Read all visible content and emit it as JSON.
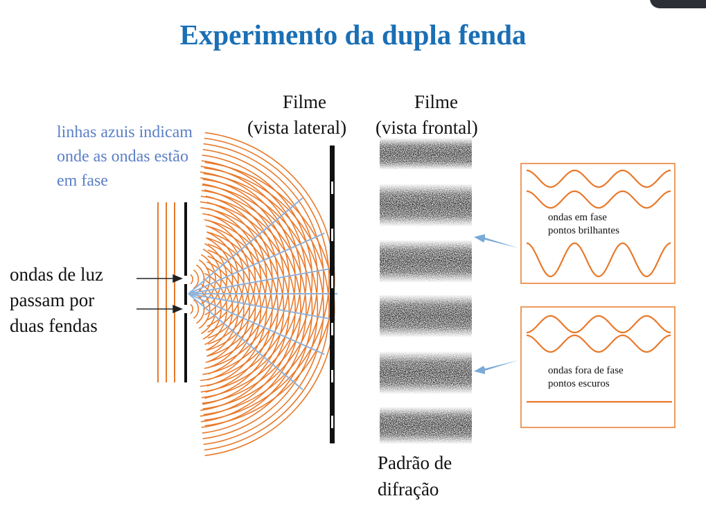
{
  "title": "Experimento da dupla fenda",
  "labels": {
    "film_side_1": "Filme",
    "film_side_2": "(vista lateral)",
    "film_front_1": "Filme",
    "film_front_2": "(vista frontal)",
    "blue_note_1": "linhas azuis indicam",
    "blue_note_2": "onde as ondas estão",
    "blue_note_3": "em fase",
    "light_1": "ondas de luz",
    "light_2": "passam por",
    "light_3": "duas fendas",
    "pattern_1": "Padrão de",
    "pattern_2": "difração",
    "in_phase_1": "ondas em fase",
    "in_phase_2": "pontos brilhantes",
    "out_phase_1": "ondas fora de fase",
    "out_phase_2": "pontos escuros"
  },
  "colors": {
    "title": "#1a6fb5",
    "wave": "#e8792a",
    "blue_line": "#8fb3dc",
    "note": "#5b7fc6",
    "arrow": "#7aaad6"
  }
}
